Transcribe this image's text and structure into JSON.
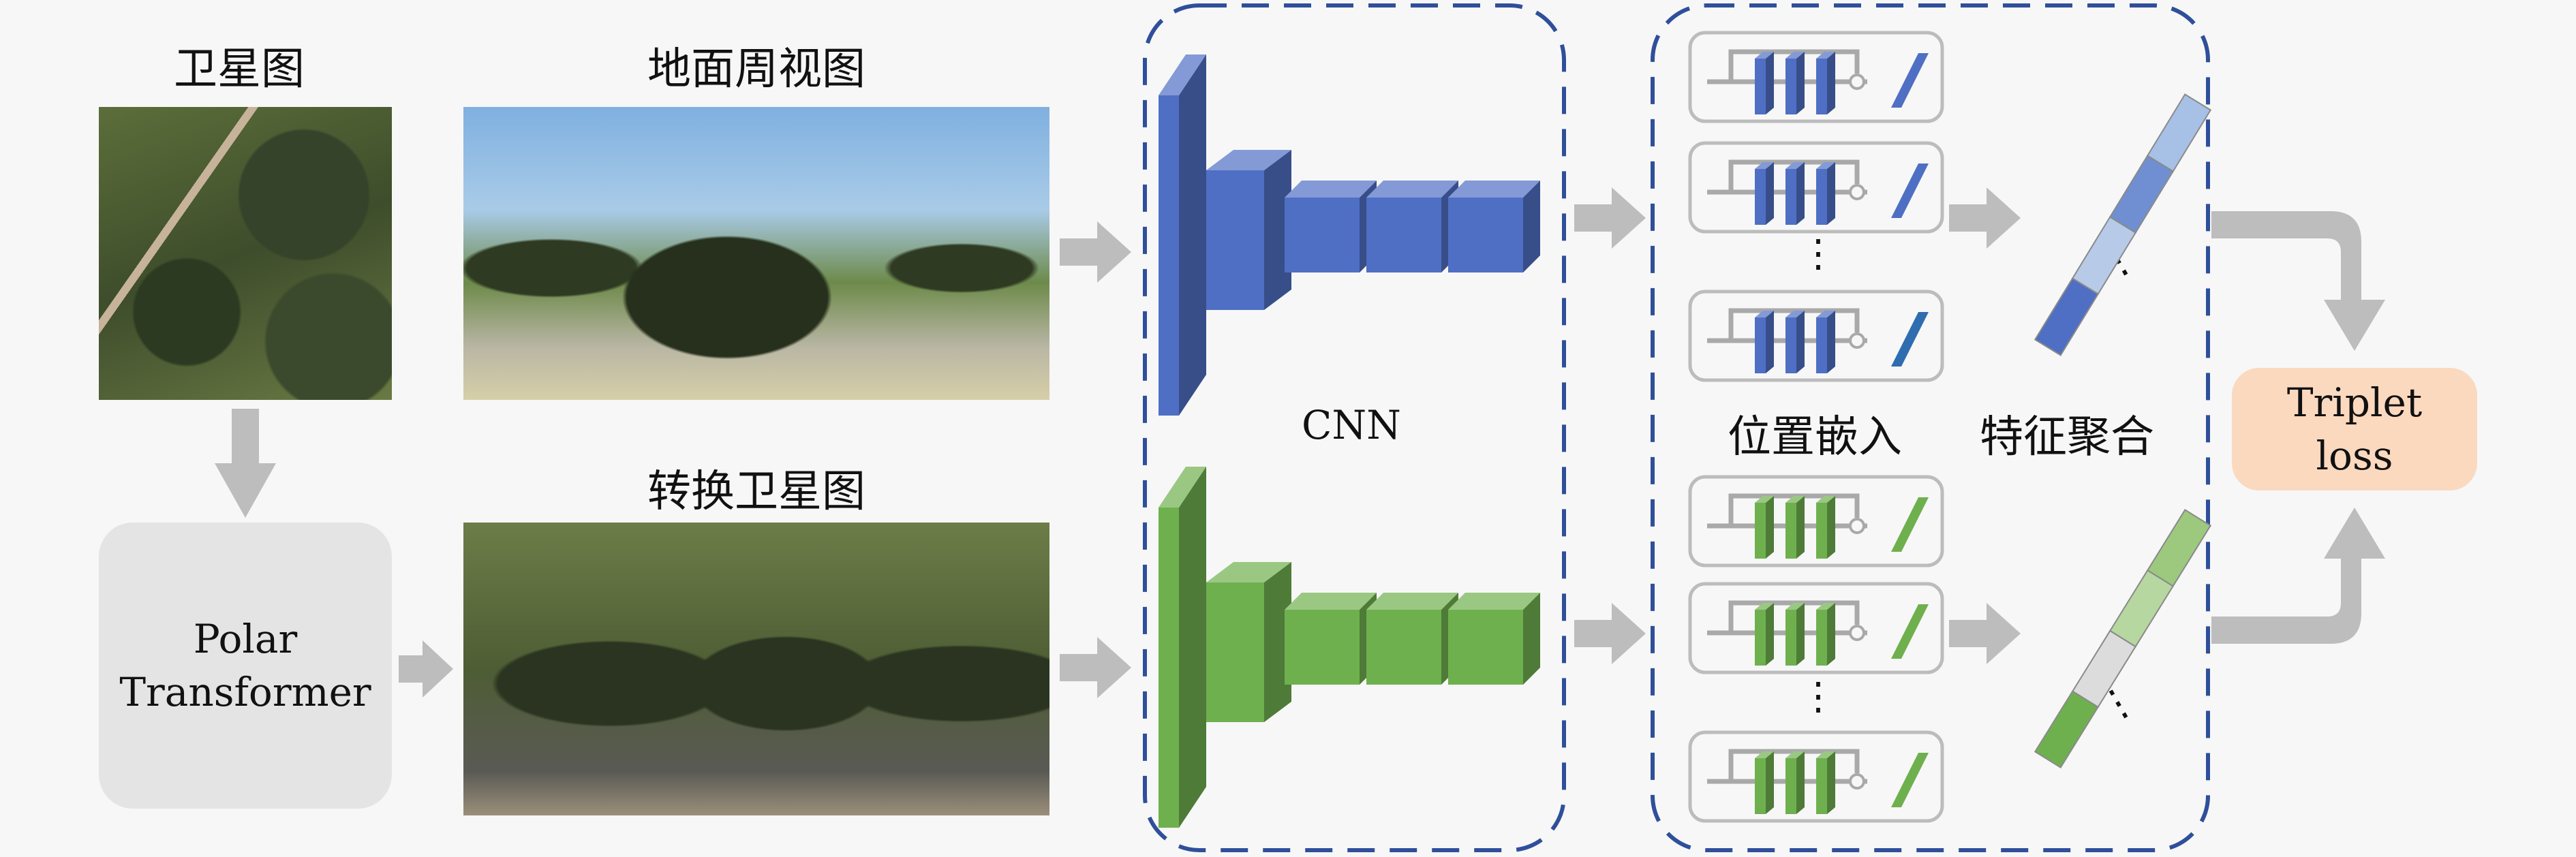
{
  "labels": {
    "satellite": "卫星图",
    "ground_panorama": "地面周视图",
    "converted_satellite": "转换卫星图",
    "cnn": "CNN",
    "position_embedding": "位置嵌入",
    "feature_aggregation": "特征聚合"
  },
  "polar": {
    "line1": "Polar",
    "line2": "Transformer"
  },
  "loss": {
    "line1": "Triplet",
    "line2": "loss"
  },
  "ellipsis": "⋮",
  "colors": {
    "blue": "#4f6fc4",
    "green": "#6fb04e",
    "arrow": "#bdbdbd",
    "dashed_border": "#2f4f9a",
    "loss_box": "#fbd9bf",
    "polar_box": "#e4e4e4"
  }
}
